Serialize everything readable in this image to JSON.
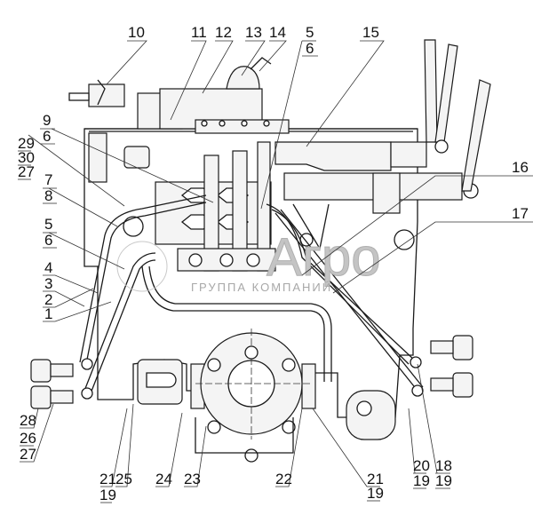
{
  "diagram": {
    "callouts": {
      "c10": "10",
      "c11": "11",
      "c12": "12",
      "c13": "13",
      "c14": "14",
      "c5a_top": "5",
      "c5a_bot": "6",
      "c15": "15",
      "c16": "16",
      "c17": "17",
      "c9_top": "9",
      "c9_bot": "6",
      "c29_a": "29",
      "c29_b": "30",
      "c29_c": "27",
      "c7_top": "7",
      "c7_bot": "8",
      "c5b_top": "5",
      "c5b_bot": "6",
      "c4": "4",
      "c3": "3",
      "c2": "2",
      "c1": "1",
      "c28": "28",
      "c26_top": "26",
      "c26_bot": "27",
      "c21a_top": "21",
      "c21a_bot": "19",
      "c25": "25",
      "c24": "24",
      "c23": "23",
      "c22": "22",
      "c21b_top": "21",
      "c21b_bot": "19",
      "c20_top": "20",
      "c20_bot": "19",
      "c18_top": "18",
      "c18_bot": "19"
    },
    "watermark": {
      "brand": "Агро",
      "subtitle": "ГРУППА КОМПАНИЙ"
    }
  }
}
